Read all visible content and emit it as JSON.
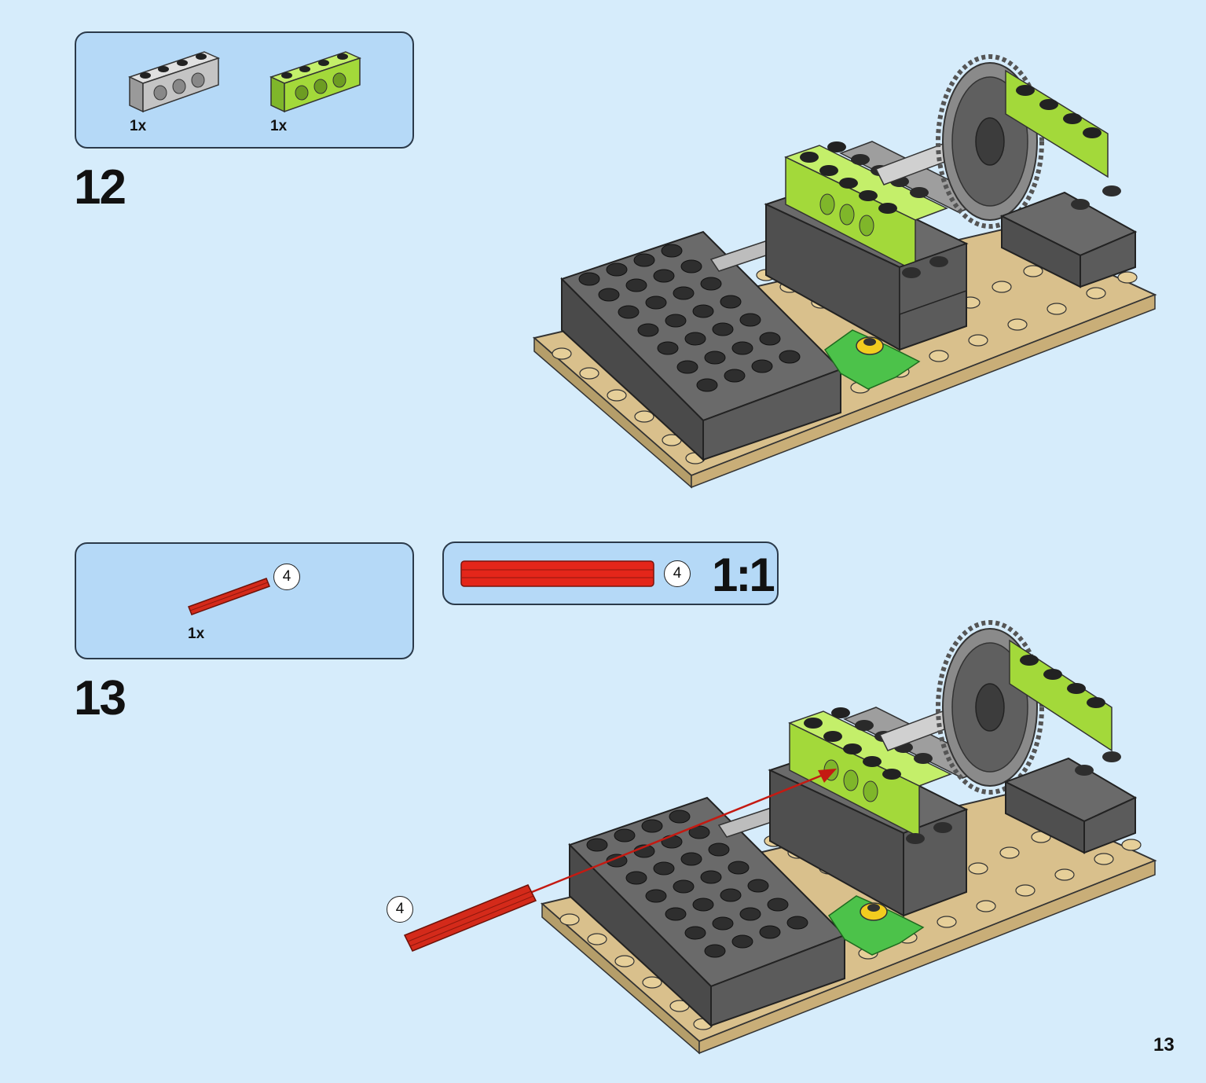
{
  "steps": [
    {
      "number": "12",
      "parts": [
        {
          "quantity": "1x",
          "part": "grey-technic-brick-1x4-icon",
          "color": "#bdbdbd"
        },
        {
          "quantity": "1x",
          "part": "lime-technic-brick-1x4-icon",
          "color": "#a3d93a"
        }
      ]
    },
    {
      "number": "13",
      "parts": [
        {
          "quantity": "1x",
          "part": "red-axle-4-icon",
          "color": "#d42a1a",
          "length_badge": "4"
        }
      ],
      "scale": {
        "badge": "4",
        "label": "1:1"
      },
      "callout_badge": "4"
    }
  ],
  "colors": {
    "background": "#d6ecfb",
    "parts_box": "#b5d9f7",
    "baseplate": "#d9c08c",
    "dark_grey": "#5b5b5b",
    "lime": "#a3d93a",
    "red_axle": "#d42a1a"
  },
  "page_number": "13"
}
